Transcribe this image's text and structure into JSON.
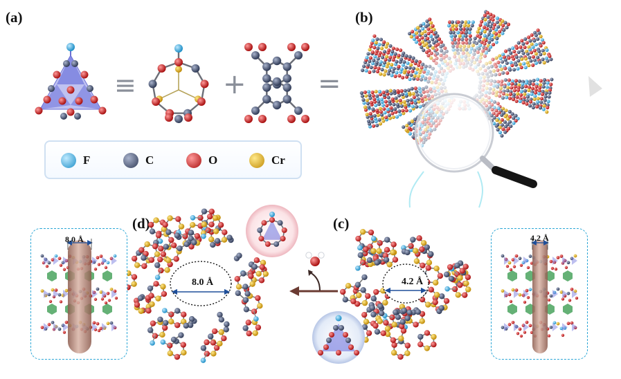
{
  "panels": {
    "a": "(a)",
    "b": "(b)",
    "c": "(c)",
    "d": "(d)"
  },
  "equation": {
    "equiv": "≡",
    "plus": "+",
    "equals": "="
  },
  "legend": [
    {
      "symbol": "F",
      "color": "#3fb6e6"
    },
    {
      "symbol": "C",
      "color": "#4f5b7a"
    },
    {
      "symbol": "O",
      "color": "#d42a2a"
    },
    {
      "symbol": "Cr",
      "color": "#e3b21d"
    }
  ],
  "pores": {
    "d_pore": "8.0 Å",
    "c_pore": "4.2 Å",
    "d_channel": "8.0 Å",
    "c_channel": "4.2 Å"
  },
  "colors": {
    "F": "#3fb6e6",
    "C": "#4f5b7a",
    "O": "#d42a2a",
    "Cr": "#e3b21d",
    "dash": "#2aa6d6",
    "arrow": "#6b3b32",
    "channel": "#b98a7a"
  },
  "icons": {
    "water": "water-molecule-icon",
    "magnifier": "magnifier-icon"
  }
}
